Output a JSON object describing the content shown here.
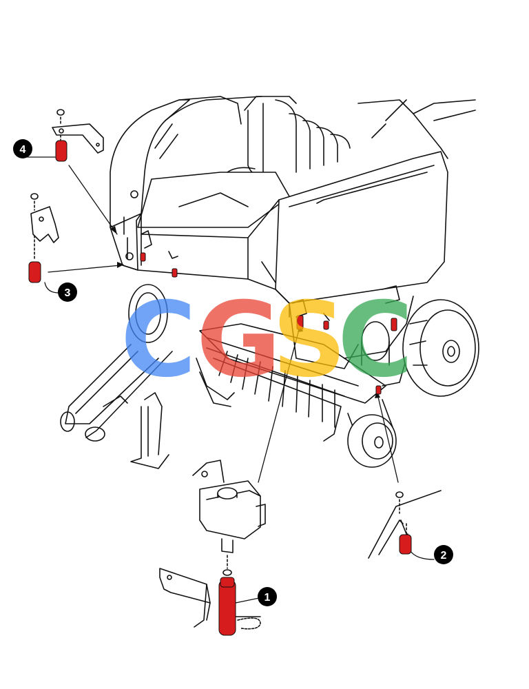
{
  "diagram": {
    "callouts": [
      {
        "id": "c1",
        "label": "1"
      },
      {
        "id": "c2",
        "label": "2"
      },
      {
        "id": "c3",
        "label": "3"
      },
      {
        "id": "c4",
        "label": "4"
      }
    ],
    "watermark": {
      "letters": [
        "C",
        "G",
        "S",
        "C"
      ],
      "colors": [
        "#4285f4",
        "#ea4335",
        "#fbbc05",
        "#34a853"
      ]
    },
    "part_color": "#d61c1c",
    "line_color": "#111111"
  }
}
